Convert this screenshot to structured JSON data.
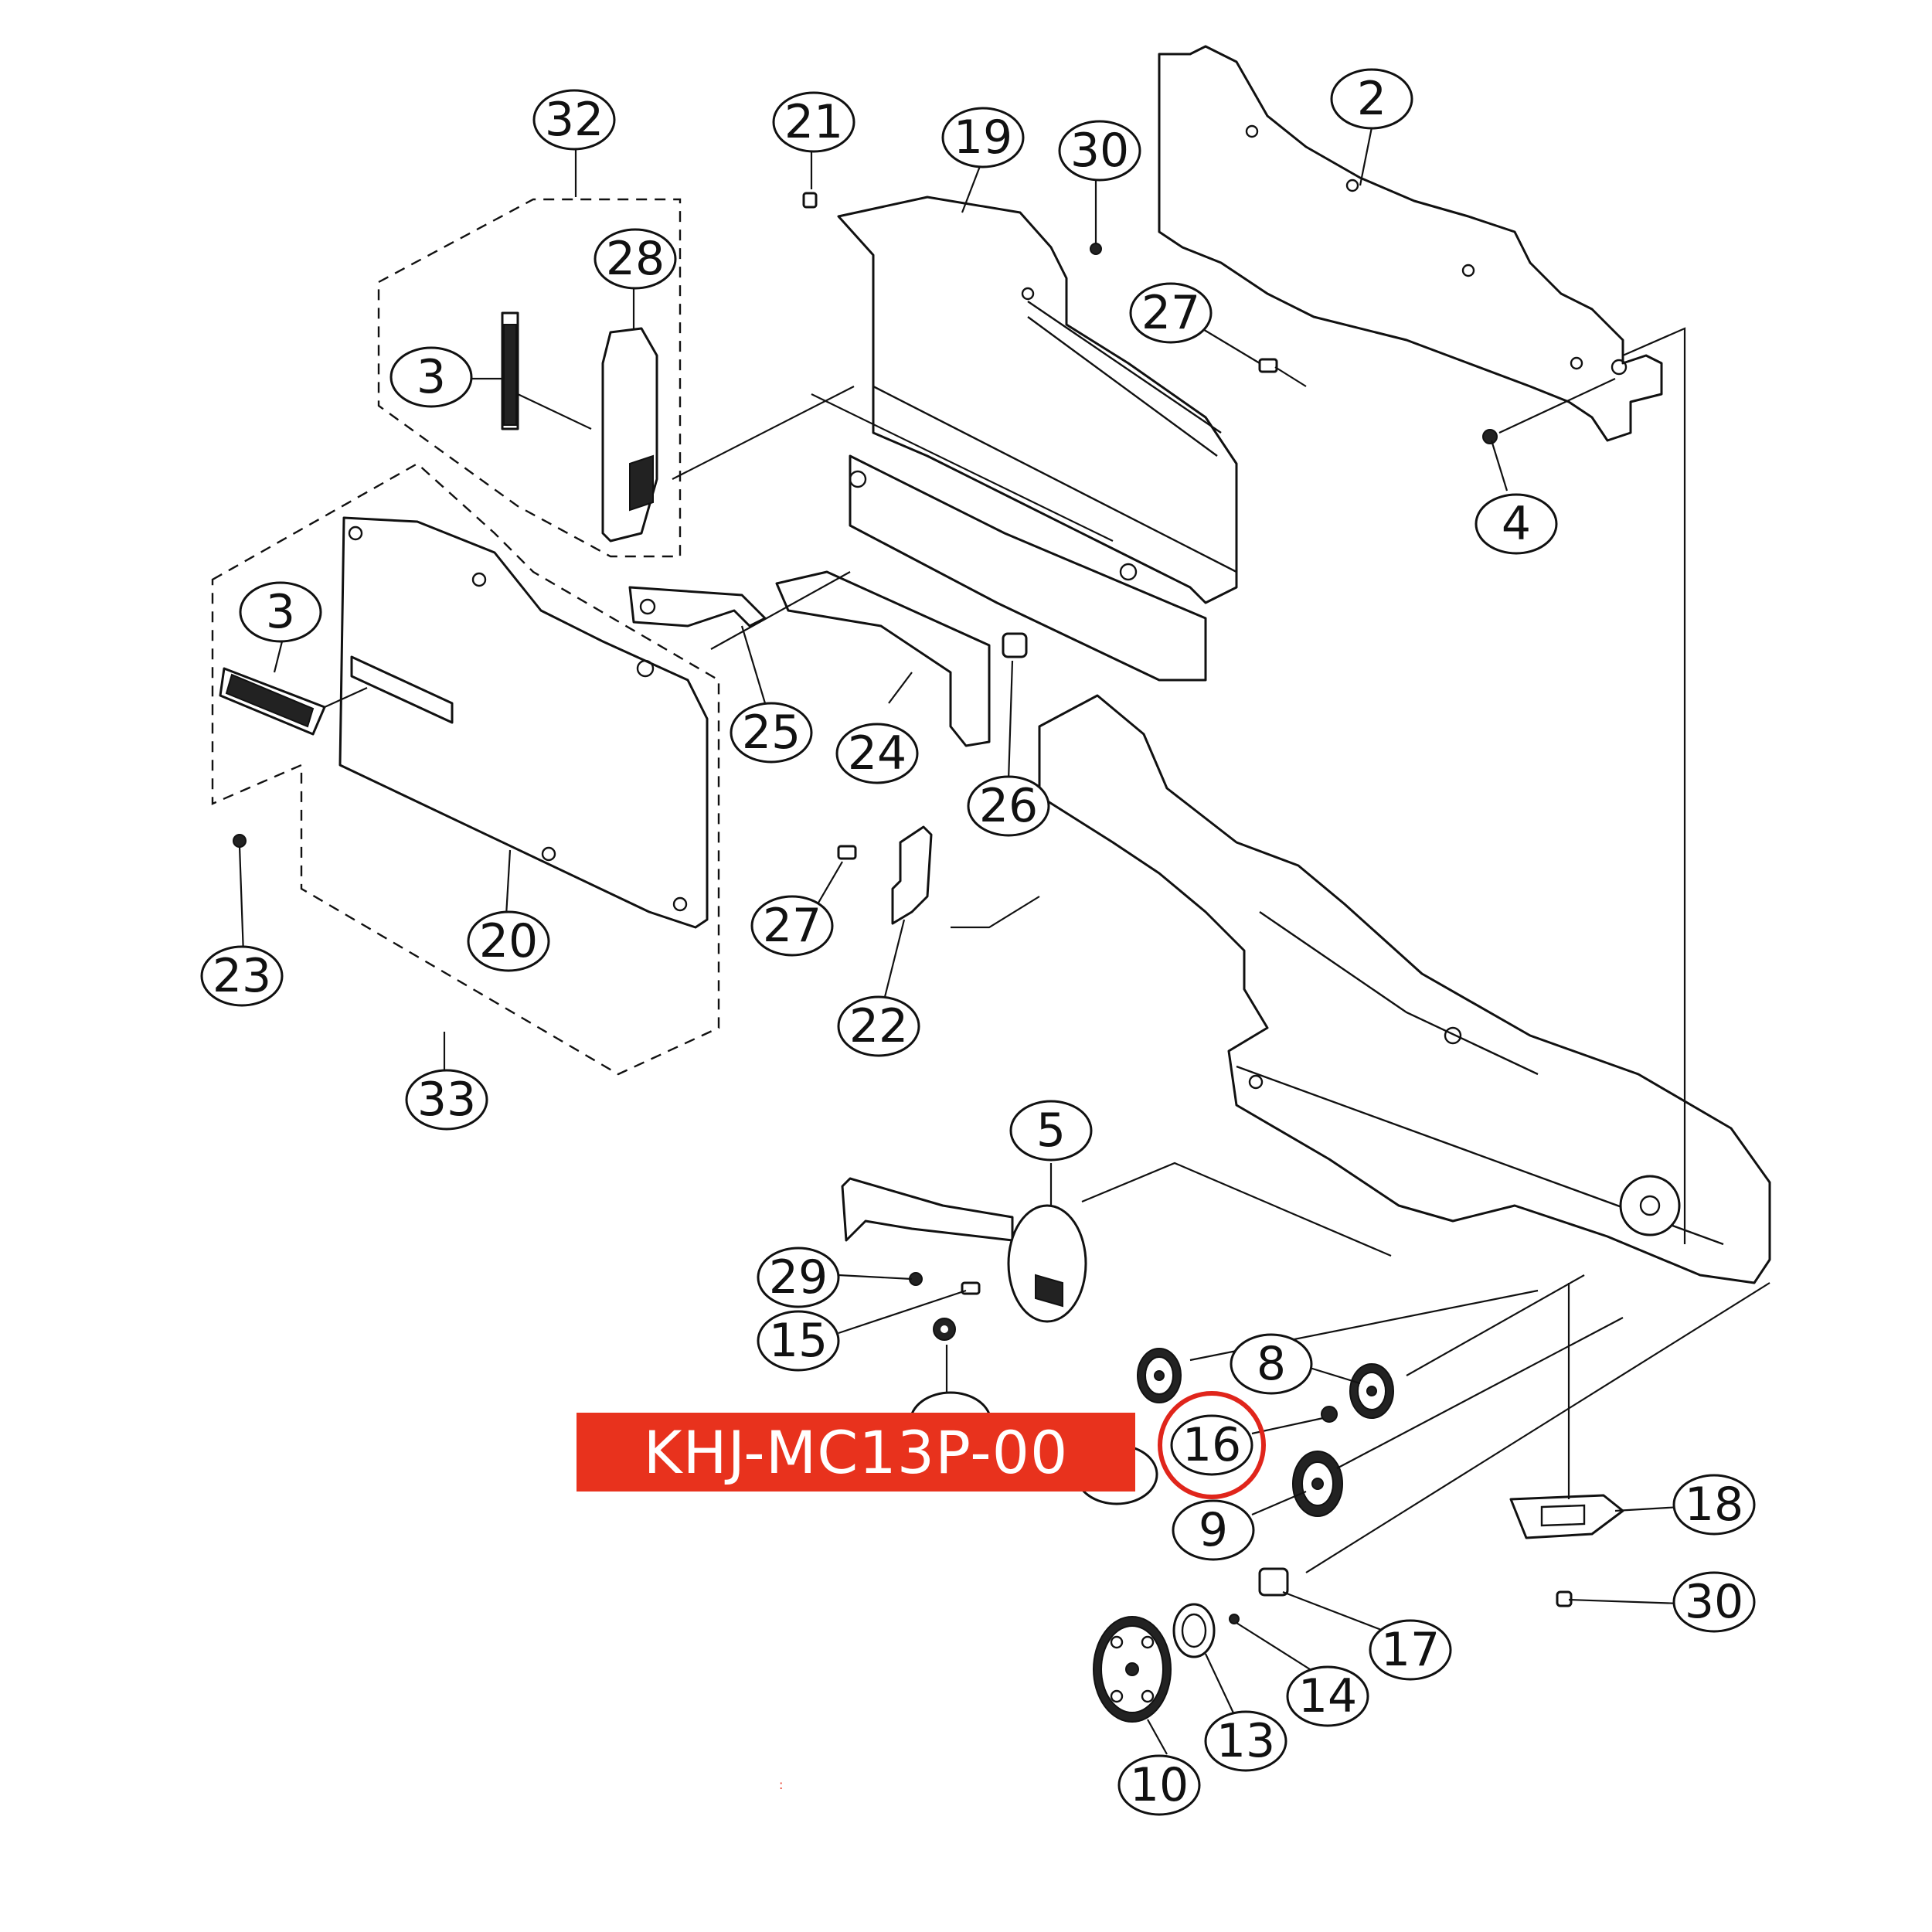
{
  "diagram": {
    "callouts": [
      {
        "id": "c-2",
        "label": "2"
      },
      {
        "id": "c-3a",
        "label": "3"
      },
      {
        "id": "c-3b",
        "label": "3"
      },
      {
        "id": "c-4",
        "label": "4"
      },
      {
        "id": "c-5",
        "label": "5"
      },
      {
        "id": "c-8",
        "label": "8"
      },
      {
        "id": "c-9",
        "label": "9"
      },
      {
        "id": "c-10",
        "label": "10"
      },
      {
        "id": "c-13",
        "label": "13"
      },
      {
        "id": "c-14",
        "label": "14"
      },
      {
        "id": "c-15",
        "label": "15"
      },
      {
        "id": "c-16",
        "label": "16"
      },
      {
        "id": "c-17",
        "label": "17"
      },
      {
        "id": "c-18",
        "label": "18"
      },
      {
        "id": "c-19",
        "label": "19"
      },
      {
        "id": "c-20",
        "label": "20"
      },
      {
        "id": "c-21",
        "label": "21"
      },
      {
        "id": "c-22",
        "label": "22"
      },
      {
        "id": "c-23",
        "label": "23"
      },
      {
        "id": "c-24",
        "label": "24"
      },
      {
        "id": "c-25",
        "label": "25"
      },
      {
        "id": "c-26",
        "label": "26"
      },
      {
        "id": "c-27a",
        "label": "27"
      },
      {
        "id": "c-27b",
        "label": "27"
      },
      {
        "id": "c-28",
        "label": "28"
      },
      {
        "id": "c-29",
        "label": "29"
      },
      {
        "id": "c-30a",
        "label": "30"
      },
      {
        "id": "c-30b",
        "label": "30"
      },
      {
        "id": "c-32",
        "label": "32"
      },
      {
        "id": "c-33",
        "label": "33"
      }
    ],
    "highlight": {
      "label": "16",
      "color": "#e0251b"
    }
  },
  "banner": {
    "text": "KHJ-MC13P-00",
    "color": "#e8321d"
  },
  "tiny_mark": ":"
}
